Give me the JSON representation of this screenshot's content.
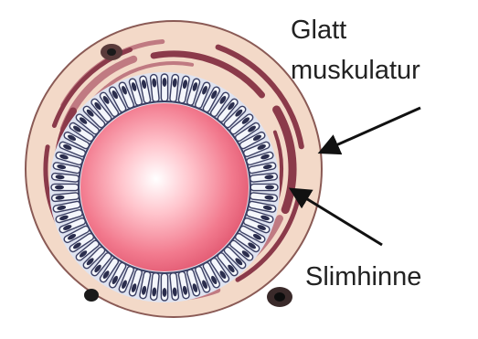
{
  "labels": {
    "muscle_line1": "Glatt",
    "muscle_line2": "muskulatur",
    "mucosa": "Slimhinne"
  },
  "colors": {
    "outer_tissue": "#f3d9c8",
    "outer_stroke": "#8a5a55",
    "muscle_fibre": "#8b3a4a",
    "muscle_fibre_light": "#c07a82",
    "cell_fill": "#f4f6fb",
    "cell_stroke": "#3b3f63",
    "nucleus": "#2a2d4d",
    "lumen_center": "#ffffff",
    "lumen_mid": "#ff9aa8",
    "lumen_edge": "#e65a73",
    "arrow": "#111111",
    "text": "#222222"
  }
}
